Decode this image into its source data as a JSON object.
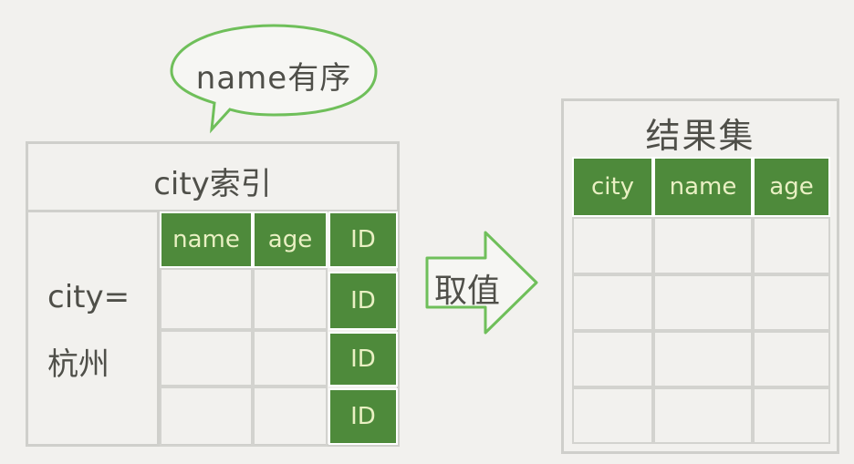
{
  "bubble": {
    "text": "name有序"
  },
  "index_box": {
    "title": "city索引",
    "row_label_line1": "city=",
    "row_label_line2": "杭州",
    "headers": [
      "name",
      "age"
    ],
    "id_cells": [
      "ID",
      "ID",
      "ID",
      "ID"
    ]
  },
  "arrow": {
    "label": "取值"
  },
  "result_box": {
    "title": "结果集",
    "headers": [
      "city",
      "name",
      "age"
    ],
    "empty_rows": 4
  },
  "colors": {
    "green": "#4e8a3b",
    "green_text": "#e9f0c3",
    "outline_green": "#6fbf5a",
    "grid": "#cfcfcb",
    "text": "#4f4f49"
  }
}
